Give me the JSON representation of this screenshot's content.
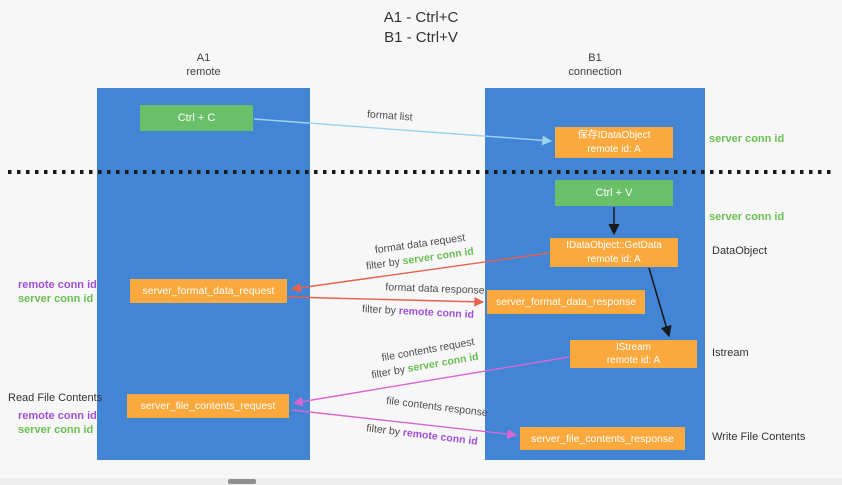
{
  "title": {
    "line1": "A1 - Ctrl+C",
    "line2": "B1 - Ctrl+V"
  },
  "lanes": {
    "left": {
      "name": "A1",
      "sub": "remote"
    },
    "right": {
      "name": "B1",
      "sub": "connection"
    }
  },
  "boxes": {
    "ctrl_c": {
      "label": "Ctrl + C"
    },
    "save_idataobject": {
      "line1": "保存IDataObject",
      "line2": "remote id: A"
    },
    "ctrl_v": {
      "label": "Ctrl + V"
    },
    "getdata": {
      "line1": "IDataObject::GetData",
      "line2": "remote id: A"
    },
    "istream": {
      "line1": "IStream",
      "line2": "remote id: A"
    },
    "format_request": {
      "label": "server_format_data_request"
    },
    "format_response": {
      "label": "server_format_data_response"
    },
    "file_request": {
      "label": "server_file_contents_request"
    },
    "file_response": {
      "label": "server_file_contents_response"
    }
  },
  "arrow_labels": {
    "format_list": "format list",
    "format_data_request": "format data request",
    "format_data_response": "format data response",
    "file_contents_request": "file contents request",
    "file_contents_response": "file contents response",
    "filter_by": "filter by",
    "server_conn_id": "server conn id",
    "remote_conn_id": "remote conn id"
  },
  "side_labels": {
    "server_conn_id_top": "server conn id",
    "server_conn_id_mid": "server conn id",
    "dataobject": "DataObject",
    "istream": "Istream",
    "read_file_contents": "Read File Contents",
    "write_file_contents": "Write File Contents",
    "remote_conn_id_left1": "remote conn id",
    "server_conn_id_left1": "server conn id",
    "remote_conn_id_left2": "remote conn id",
    "server_conn_id_left2": "server conn id"
  },
  "colors": {
    "lane_blue": "#4285d5",
    "box_green": "#6abf69",
    "box_orange": "#f9a93d",
    "arrow_red": "#e8604c",
    "arrow_pink": "#d966d0",
    "arrow_blue": "#9cd3ee",
    "arrow_black": "#1a1a1a",
    "text_green": "#6abf52",
    "text_purple": "#a24fd8"
  }
}
